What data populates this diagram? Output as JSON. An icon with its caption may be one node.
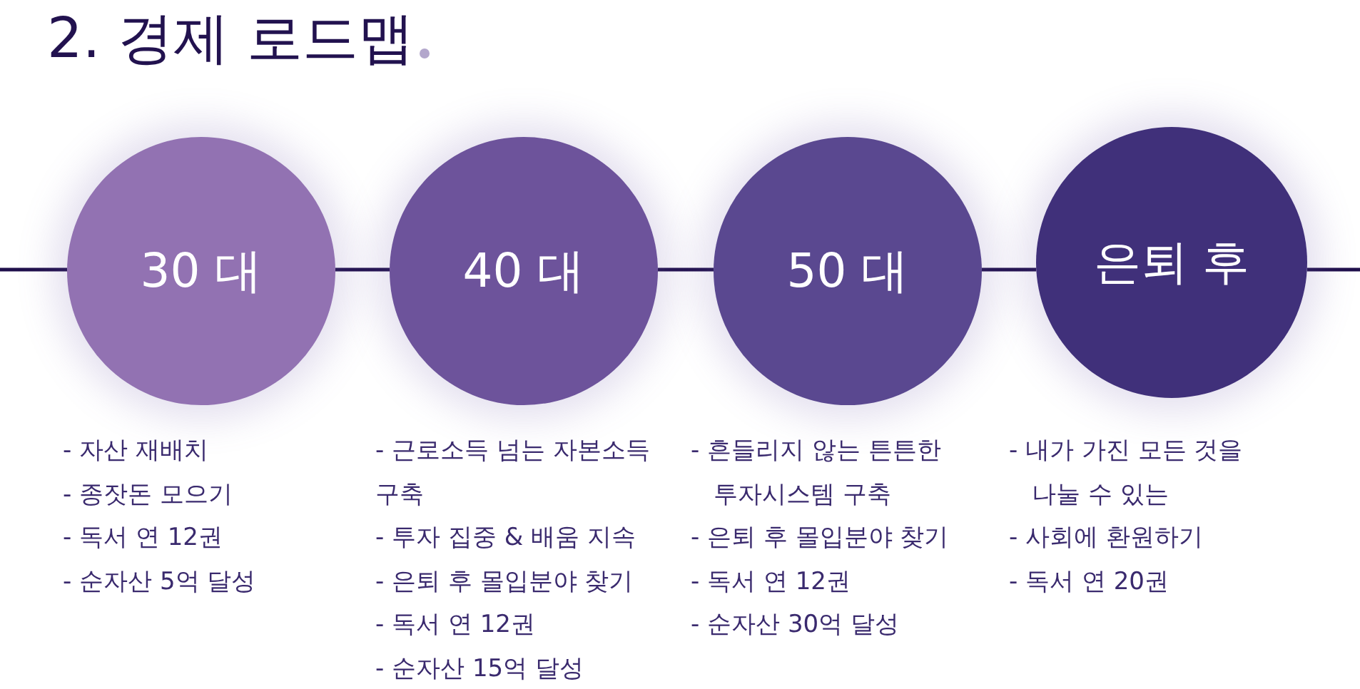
{
  "diagram": {
    "title": "2. 경제 로드맵",
    "nodes": [
      {
        "text": [
          "30 대"
        ],
        "beside": [
          "- 자산 재배치",
          "- 종잣돈 모으기",
          "- 독서 연 12권",
          "- 순자산 5억 달성"
        ]
      },
      {
        "text": [
          "40 대"
        ],
        "beside": [
          "- 근로소득 넘는 자본소득 구축",
          "- 투자 집중 & 배움 지속",
          "- 은퇴 후 몰입분야 찾기",
          "- 독서 연 12권",
          "- 순자산 15억 달성"
        ]
      },
      {
        "text": [
          "50 대"
        ],
        "beside": [
          "- 흔들리지 않는 튼튼한 투자시스템 구축",
          "- 은퇴 후 몰입분야 찾기",
          "- 독서 연 12권",
          "- 순자산 30억 달성"
        ]
      },
      {
        "text": [
          "은퇴 후"
        ],
        "beside": [
          "- 내가 가진 모든 것을 나눌 수 있는",
          "- 사회에 환원하기",
          "- 독서 연 20권"
        ]
      }
    ],
    "edges": [
      {
        "from": null,
        "to": 0,
        "arrow": "none"
      },
      {
        "from": 0,
        "to": 1,
        "arrow": "none"
      },
      {
        "from": 1,
        "to": 2,
        "arrow": "none"
      },
      {
        "from": 2,
        "to": 3,
        "arrow": "none"
      },
      {
        "from": 3,
        "to": null,
        "arrow": "none"
      }
    ]
  }
}
